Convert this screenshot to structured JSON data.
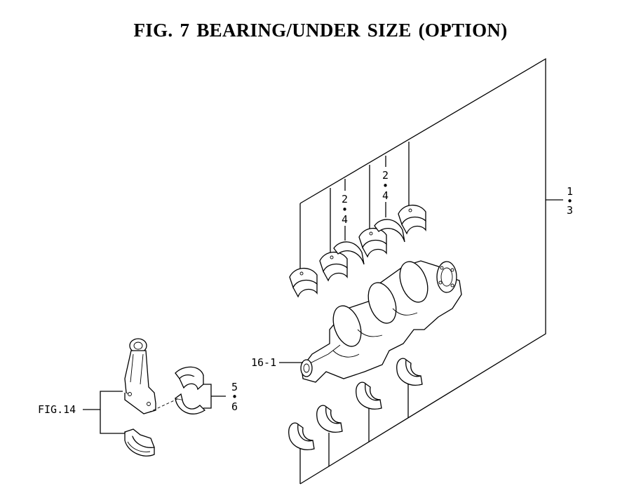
{
  "title": "FIG.  7  BEARING/UNDER SIZE (OPTION)",
  "callouts": {
    "upper_right_top": "1",
    "upper_right_bottom": "3",
    "upper_left_thrust_top": "2",
    "upper_left_thrust_bottom": "4",
    "upper_right_thrust_top": "2",
    "upper_right_thrust_bottom": "4",
    "crankshaft": "16-1",
    "conrod_bearing_top": "5",
    "conrod_bearing_bottom": "6",
    "figure_ref": "FIG.14"
  },
  "separator_dot": "•"
}
